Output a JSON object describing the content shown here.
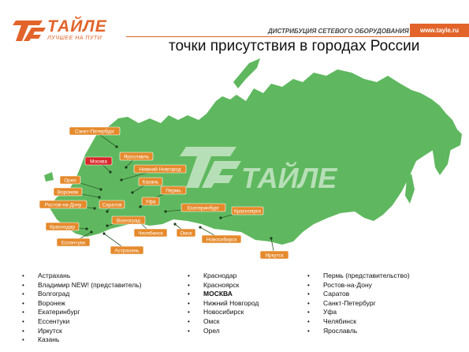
{
  "header": {
    "logo_text": "ТАЙЛЕ",
    "slogan": "ЛУЧШЕЕ НА ПУТИ",
    "tagline": "ДИСТРИБУЦИЯ СЕТЕВОГО ОБОРУДОВАНИЯ",
    "url": "www.tayle.ru"
  },
  "title": "точки присутствия в городах России",
  "colors": {
    "accent": "#e2642a",
    "map_green": "#5fb85f",
    "label_fill": "#e58a2c",
    "moscow_fill": "#d8262a"
  },
  "map": {
    "watermark_text": "ТАЙЛЕ",
    "cities": [
      {
        "name": "Санкт-Петербург",
        "highlight": false
      },
      {
        "name": "Ярославль",
        "highlight": false
      },
      {
        "name": "Москва",
        "highlight": true
      },
      {
        "name": "Нижний Новгород",
        "highlight": false
      },
      {
        "name": "Орел",
        "highlight": false
      },
      {
        "name": "Казань",
        "highlight": false
      },
      {
        "name": "Воронеж",
        "highlight": false
      },
      {
        "name": "Пермь",
        "highlight": false
      },
      {
        "name": "Ростов-на-Дону",
        "highlight": false
      },
      {
        "name": "Саратов",
        "highlight": false
      },
      {
        "name": "Уфа",
        "highlight": false
      },
      {
        "name": "Екатеринбург",
        "highlight": false
      },
      {
        "name": "Красноярск",
        "highlight": false
      },
      {
        "name": "Краснодар",
        "highlight": false
      },
      {
        "name": "Волгоград",
        "highlight": false
      },
      {
        "name": "Челябинск",
        "highlight": false
      },
      {
        "name": "Омск",
        "highlight": false
      },
      {
        "name": "Новосибирск",
        "highlight": false
      },
      {
        "name": "Ессентуки",
        "highlight": false
      },
      {
        "name": "Астрахань",
        "highlight": false
      },
      {
        "name": "Иркутск",
        "highlight": false
      }
    ]
  },
  "lists": {
    "col1": [
      "Астрахань",
      "Владимир NEW! (представитель)",
      "Волгоград",
      "Воронеж",
      "Екатеринбург",
      "Ессентуки",
      "Иркутск",
      "Казань"
    ],
    "col2": [
      "Краснодар",
      "Красноярск",
      "МОСКВА",
      "Нижний Новгород",
      "Новосибирск",
      "Омск",
      "Орел"
    ],
    "col3": [
      "Пермь (представительство)",
      "Ростов-на-Дону",
      "Саратов",
      "Санкт-Петербург",
      "Уфа",
      "Челябинск",
      "Ярославль"
    ]
  }
}
